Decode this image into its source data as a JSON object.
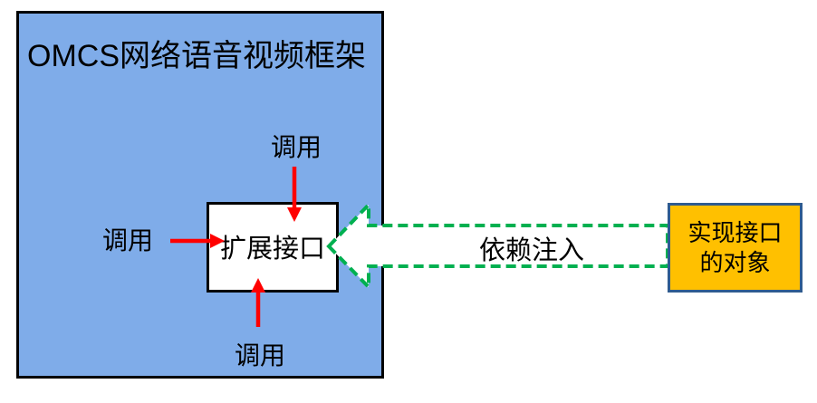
{
  "canvas": {
    "background": "#FFFFFF"
  },
  "framework_box": {
    "title": "OMCS网络语音视频框架",
    "fill": "#7FACE9",
    "border_color": "#000000"
  },
  "extension_interface_box": {
    "label": "扩展接口",
    "fill": "#FFFFFF",
    "border_color": "#000000"
  },
  "implementing_object_box": {
    "label_line1": "实现接口",
    "label_line2": "的对象",
    "fill": "#FFC000",
    "border_color": "#2F5B8F"
  },
  "call_arrows": {
    "top_label": "调用",
    "left_label": "调用",
    "bottom_label": "调用",
    "color": "#FF0000"
  },
  "injection_arrow": {
    "label": "依赖注入",
    "stroke_color": "#00B050",
    "fill": "#FFFFFF"
  }
}
